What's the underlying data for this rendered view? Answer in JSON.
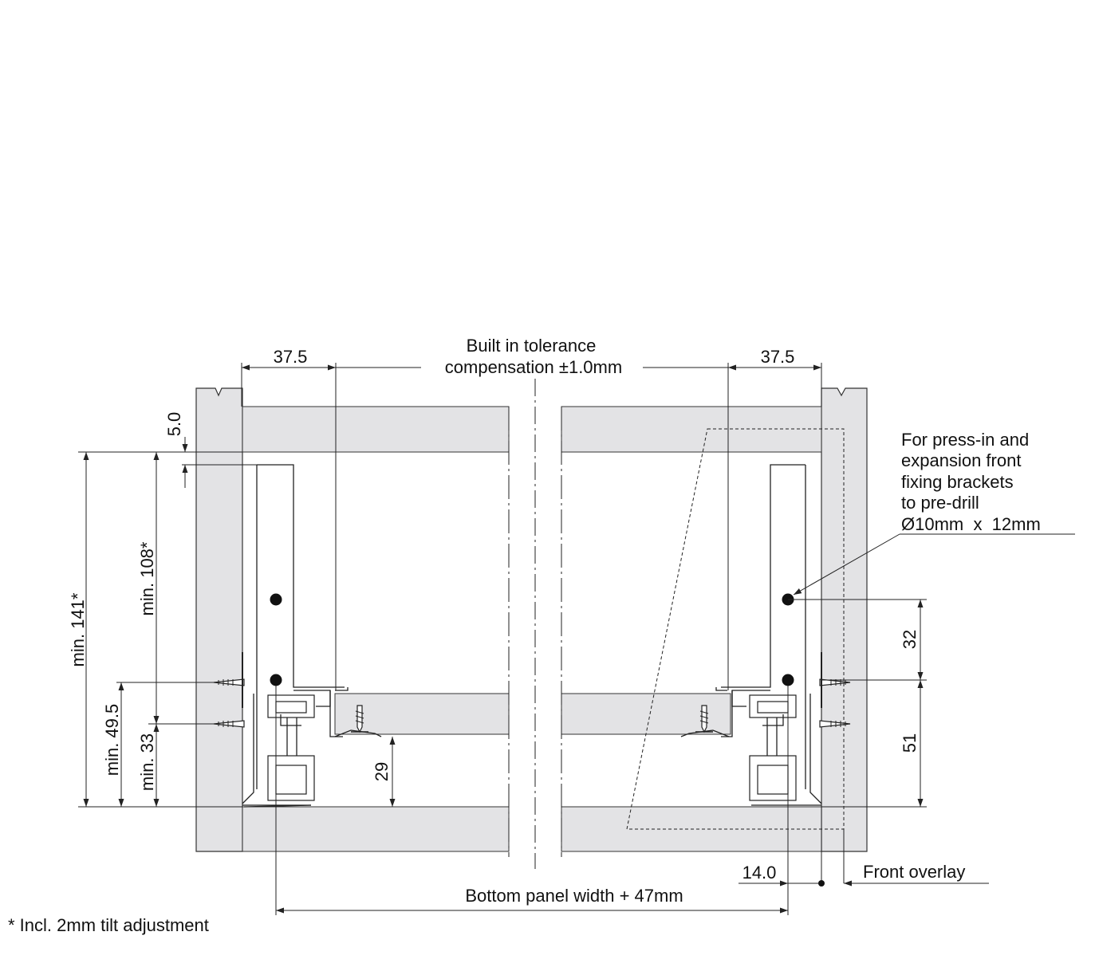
{
  "labels": {
    "top_left_dim": "37.5",
    "top_right_dim": "37.5",
    "tolerance_line1": "Built in tolerance",
    "tolerance_line2": "compensation ±1.0mm",
    "dim_5": "5.0",
    "min_141": "min. 141*",
    "min_108": "min. 108*",
    "min_49_5": "min. 49.5",
    "min_33": "min. 33",
    "dim_29": "29",
    "dim_32": "32",
    "dim_51": "51",
    "note_line1": "For press-in and",
    "note_line2": "expansion front",
    "note_line3": "fixing brackets",
    "note_line4": "to pre-drill",
    "note_line5": "Ø10mm  x  12mm",
    "dim_14": "14.0",
    "front_overlay": "Front overlay",
    "bottom_panel": "Bottom panel width + 47mm",
    "footnote": "* Incl. 2mm tilt adjustment"
  },
  "colors": {
    "panel_fill": "#e3e3e5",
    "line": "#222222"
  }
}
